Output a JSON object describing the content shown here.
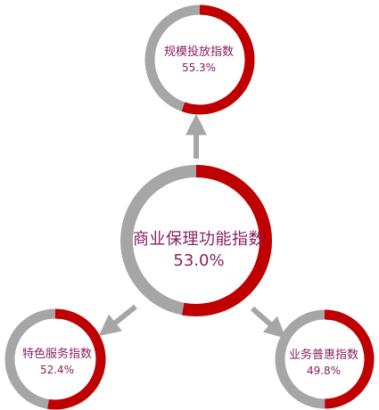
{
  "colors": {
    "accent": "#c00000",
    "remainder": "#a6a6a6",
    "arrow": "#a6a6a6",
    "label": "#8a2060"
  },
  "center": {
    "name": "商业保理功能指数",
    "value_label": "53.0%",
    "value": 53.0
  },
  "top": {
    "name": "规模投放指数",
    "value_label": "55.3%",
    "value": 55.3
  },
  "left": {
    "name": "特色服务指数",
    "value_label": "52.4%",
    "value": 52.4
  },
  "right": {
    "name": "业务普惠指数",
    "value_label": "49.8%",
    "value": 49.8
  }
}
